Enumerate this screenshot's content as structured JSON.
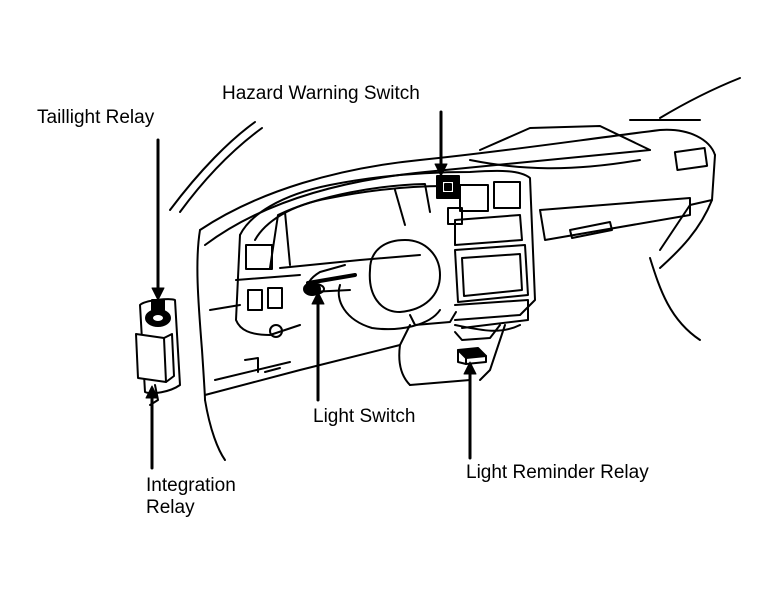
{
  "labels": {
    "taillight_relay": "Taillight Relay",
    "hazard_warning_switch": "Hazard Warning Switch",
    "light_switch": "Light Switch",
    "light_reminder_relay": "Light Reminder Relay",
    "integration_relay_line1": "Integration",
    "integration_relay_line2": "Relay"
  },
  "colors": {
    "ink": "#000000",
    "background": "#ffffff"
  }
}
